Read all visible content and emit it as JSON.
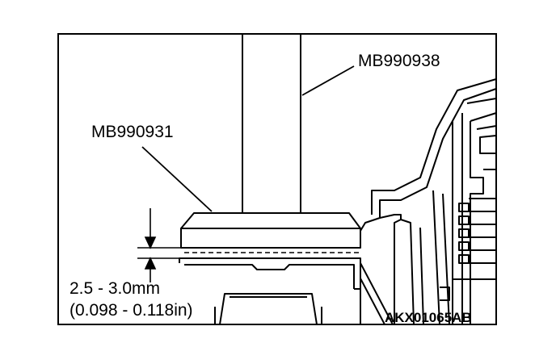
{
  "labels": {
    "tool_upper": "MB990938",
    "tool_lower": "MB990931",
    "dimension_mm": "2.5 - 3.0mm",
    "dimension_in": "(0.098 - 0.118in)",
    "figure_code": "AKX01065AB"
  }
}
